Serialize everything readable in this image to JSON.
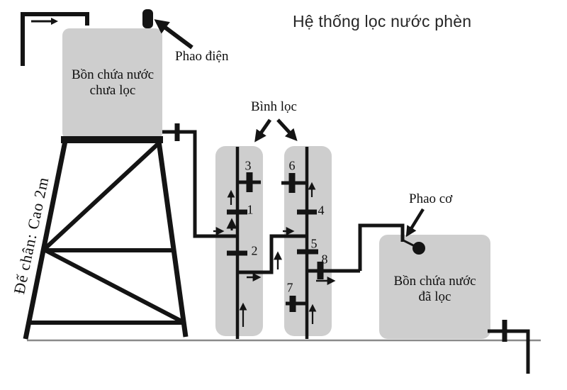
{
  "diagram": {
    "title": "Hệ thống lọc nước phèn",
    "tank_unfiltered": {
      "label_line1": "Bồn chứa nước",
      "label_line2": "chưa lọc",
      "float_label": "Phao điện"
    },
    "tank_filtered": {
      "label_line1": "Bồn chứa nước",
      "label_line2": "đã lọc",
      "float_label": "Phao cơ"
    },
    "filter_columns": {
      "label": "Bình lọc",
      "valve_numbers": [
        "1",
        "2",
        "3",
        "4",
        "5",
        "6",
        "7",
        "8"
      ]
    },
    "stand": {
      "label": "Đế chân: Cao 2m"
    },
    "colors": {
      "vessel_fill": "#cecece",
      "line": "#141414",
      "ground": "#8a8a8a"
    }
  }
}
